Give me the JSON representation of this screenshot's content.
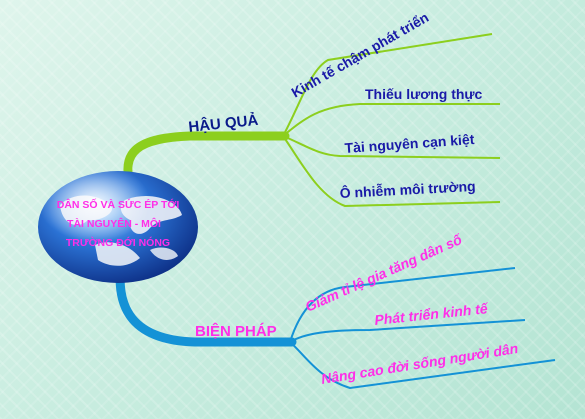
{
  "center": {
    "lines": [
      "DÂN SỐ VÀ SỨC ÉP TỚI",
      "TÀI NGUYÊN - MÔI",
      "TRƯỜNG ĐỚI NÓNG"
    ]
  },
  "branches": [
    {
      "title": "HẬU QUẢ",
      "color": "#8ccf1e",
      "title_color": "#0a1a8a",
      "items": [
        "Kinh tế chậm phát triển",
        "Thiếu lương thực",
        "Tài nguyên cạn kiệt",
        "Ô nhiễm môi trường"
      ],
      "item_color": "#1a1aa8"
    },
    {
      "title": "BIỆN PHÁP",
      "color": "#1492d6",
      "title_color": "#ff2ee8",
      "items": [
        "Giảm tỉ lệ gia tăng dân số",
        "Phát triển kinh tế",
        "Nâng cao đời sống người dân"
      ],
      "item_color": "#ff2ee8"
    }
  ],
  "colors": {
    "background": "#c9ede0",
    "globe_ocean": "#1e5fc2",
    "globe_land": "#e9eef6"
  }
}
